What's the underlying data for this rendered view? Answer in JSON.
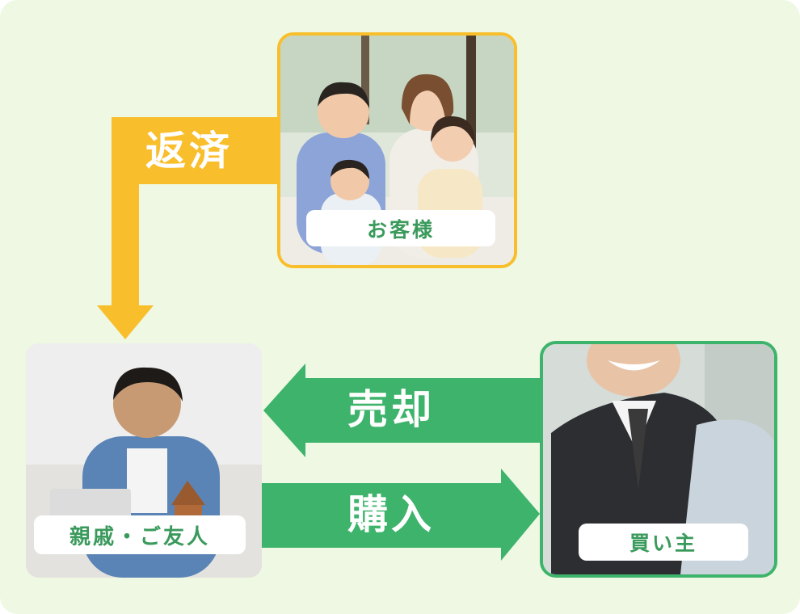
{
  "flows": {
    "repayment_label": "返済",
    "sale_label": "売却",
    "purchase_label": "購入"
  },
  "nodes": {
    "customer_label": "お客様",
    "relative_label": "親戚・ご友人",
    "buyer_label": "買い主"
  },
  "colors": {
    "background": "#eef8e2",
    "repayment_arrow": "#f9be2b",
    "sale_purchase_arrow": "#3db36b",
    "label_text": "#3a9a5c"
  }
}
